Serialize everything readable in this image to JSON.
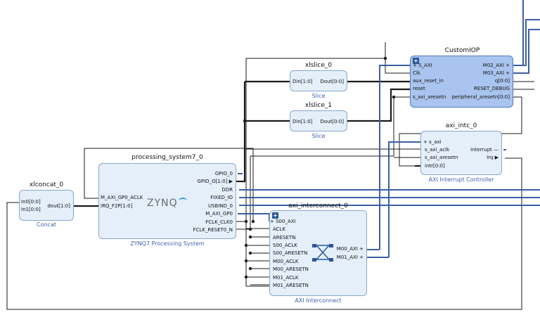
{
  "blocks": {
    "customiop": {
      "title": "CustomIOP",
      "ports_left": [
        "S_AXI",
        "Clk",
        "aux_reset_in",
        "reset",
        "s_axi_aresetn"
      ],
      "ports_right": [
        "M02_AXI",
        "M03_AXI",
        "q[0:0]",
        "RESET_DEBUG",
        "peripheral_aresetn[0:0]"
      ]
    },
    "xlslice_0": {
      "title": "xlslice_0",
      "subtitle": "Slice",
      "in": "Din[1:0]",
      "out": "Dout[0:0]"
    },
    "xlslice_1": {
      "title": "xlslice_1",
      "subtitle": "Slice",
      "in": "Din[1:0]",
      "out": "Dout[0:0]"
    },
    "axi_intc": {
      "title": "axi_intc_0",
      "subtitle": "AXI Interrupt Controller",
      "ports_left": [
        "s_axi",
        "s_axi_aclk",
        "s_axi_aresetn",
        "intr[0:0]"
      ],
      "ports_right": [
        "interrupt",
        "irq"
      ]
    },
    "ps7": {
      "title": "processing_system7_0",
      "subtitle": "ZYNQ7 Processing System",
      "logo": "ZYNQ",
      "ports_left": [
        "M_AXI_GP0_ACLK",
        "IRQ_F2P[1:0]"
      ],
      "ports_right": [
        "GPIO_0",
        "GPIO_O[1:0]",
        "DDR",
        "FIXED_IO",
        "USBIND_0",
        "M_AXI_GP0",
        "FCLK_CLK0",
        "FCLK_RESET0_N"
      ]
    },
    "xlconcat": {
      "title": "xlconcat_0",
      "subtitle": "Concat",
      "ports_left": [
        "In0[0:0]",
        "In1[0:0]"
      ],
      "out": "dout[1:0]"
    },
    "interconnect": {
      "title": "axi_interconnect_0",
      "subtitle": "AXI Interconnect",
      "ports_left": [
        "S00_AXI",
        "ACLK",
        "ARESETN",
        "S00_ACLK",
        "S00_ARESETN",
        "M00_ACLK",
        "M00_ARESETN",
        "M01_ACLK",
        "M01_ARESETN"
      ],
      "ports_right": [
        "M00_AXI",
        "M01_AXI"
      ]
    }
  },
  "colors": {
    "block_fill": "#e4eff9",
    "selected_fill": "#a9c4ee",
    "bus": "#3b5fa3",
    "net": "#1a1a1a"
  }
}
